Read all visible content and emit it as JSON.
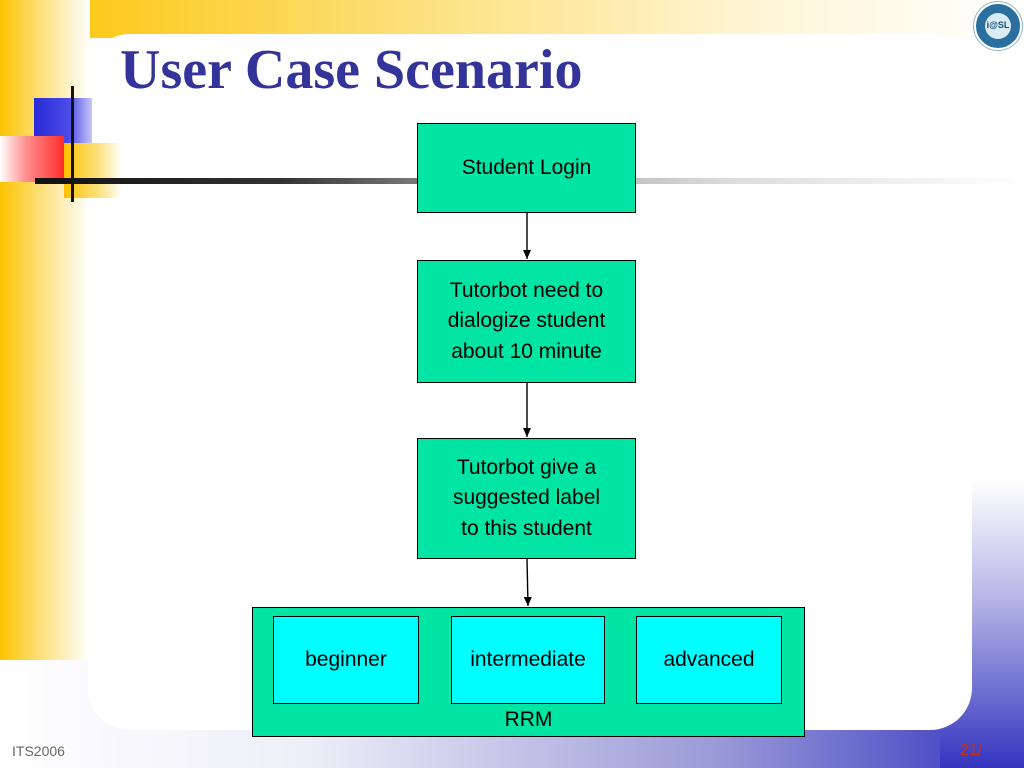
{
  "slide": {
    "title": "User Case Scenario",
    "footer_left": "ITS2006",
    "footer_right": "21/"
  },
  "logo": {
    "icon": "institution-seal-logo",
    "text": "i@SL"
  },
  "flowchart": {
    "steps": [
      {
        "lines": [
          "Student Login"
        ]
      },
      {
        "lines": [
          "Tutorbot need to",
          "dialogize student",
          "about 10 minute"
        ]
      },
      {
        "lines": [
          "Tutorbot give a",
          "suggested label",
          "to this student"
        ]
      }
    ],
    "group": {
      "label": "RRM",
      "levels": [
        "beginner",
        "intermediate",
        "advanced"
      ]
    }
  },
  "colors": {
    "title": "#333399",
    "step_fill": "#00e4a4",
    "level_fill": "#00ffff",
    "footer_page": "#cc3300"
  }
}
